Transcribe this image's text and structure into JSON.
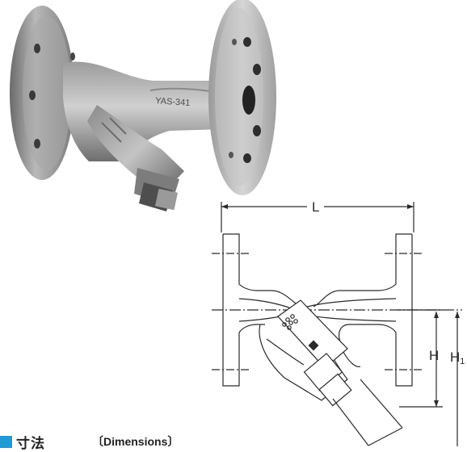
{
  "product_photo": {
    "body_marking": "YAS-341"
  },
  "drawing": {
    "length_label": "L",
    "height_label": "H",
    "height1_label": "H",
    "height1_subscript": "1"
  },
  "section": {
    "title_jp": "寸法",
    "title_en": "〔Dimensions〕"
  },
  "colors": {
    "accent": "#1e9ad6",
    "line": "#2a2a2a",
    "casting_light": "#c8c8c8",
    "casting_dark": "#5a5a5a"
  }
}
